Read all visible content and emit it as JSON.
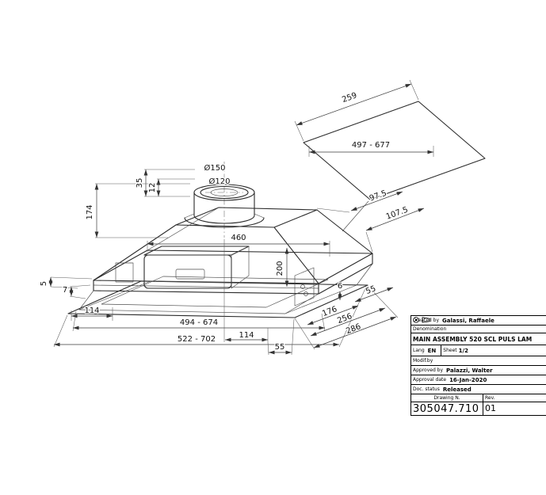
{
  "drawing": {
    "dims": {
      "panel_depth": "259",
      "panel_width": "497 - 677",
      "duct_outer_dia": "Ø150",
      "duct_inner_dia": "Ø120",
      "collar_height_total": "35",
      "collar_height_upper": "12",
      "hood_top_height": "174",
      "liner_width": "460",
      "liner_depth_offset": "200",
      "top_depth_a": "97.5",
      "top_depth_b": "107.5",
      "lip_height": "5",
      "lip_front": "7",
      "side_inset": "114",
      "cutout_width": "494 - 674",
      "overall_width": "522 - 702",
      "duct_offset_x": "114",
      "duct_offset_y": "55",
      "depth_a": "176",
      "depth_b": "256",
      "depth_c": "286",
      "bracket_gap": "6",
      "side_depth": "55"
    }
  },
  "icons": {
    "projection_symbol_icon": "truncated-cone-and-circle"
  },
  "title_block": {
    "created_by_label": "Created by",
    "created_by_value": "Galassi, Raffaele",
    "denomination_label": "Denomination",
    "denomination_value": "MAIN ASSEMBLY 520 SCL PULS LAM",
    "lang_label": "Lang",
    "lang_value": "EN",
    "sheet_label": "Sheet",
    "sheet_value": "1/2",
    "modif_by_label": "Modif.by",
    "approved_by_label": "Approved by",
    "approved_by_value": "Palazzi, Walter",
    "approval_date_label": "Approval date",
    "approval_date_value": "16-Jan-2020",
    "doc_status_label": "Doc. status",
    "doc_status_value": "Released",
    "drawing_n_label": "Drawing N.",
    "rev_label": "Rev.",
    "drawing_number": "305047.710",
    "rev_value": "01"
  }
}
